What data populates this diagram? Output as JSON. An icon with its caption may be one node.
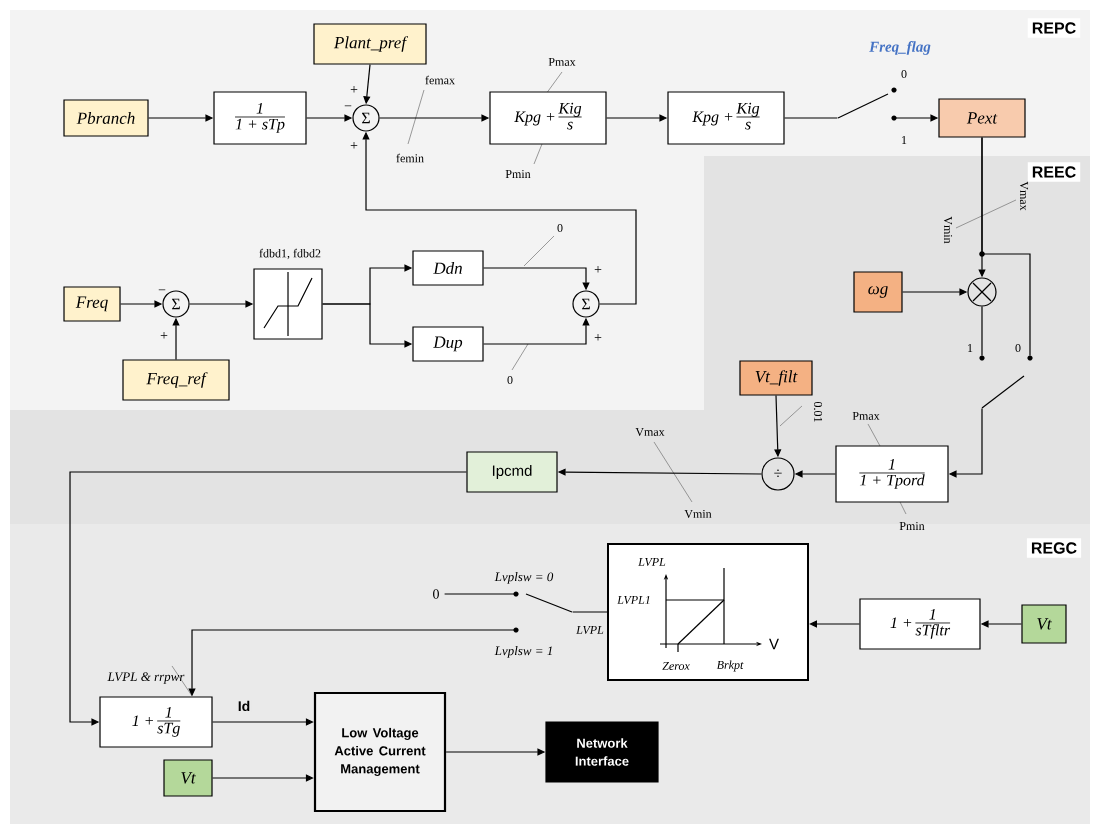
{
  "diagram": {
    "nodes": [
      {
        "text": [
          "Pbranch"
        ]
      },
      {
        "text": [
          "1",
          "1 + sTp"
        ]
      },
      {
        "text": [
          "Plant_pref"
        ]
      },
      {
        "text": [
          "Σ"
        ]
      },
      {
        "text": [
          "Kpg +",
          "Kig",
          "s"
        ]
      },
      {
        "text": [
          "Kpg +",
          "Kig",
          "s"
        ]
      },
      {
        "text": [],
        "shape": "switch",
        "beside": [
          "Freq_flag",
          "0",
          "1"
        ]
      },
      {
        "text": [
          "Pext"
        ]
      },
      {
        "text": [
          "Freq"
        ]
      },
      {
        "text": [
          "Σ"
        ]
      },
      {
        "text": [
          "Freq_ref"
        ]
      },
      {
        "text": [],
        "shape": "box",
        "beside": [
          "fdbd1, fdbd2"
        ]
      },
      {
        "text": [
          "Ddn"
        ]
      },
      {
        "text": [
          "Dup"
        ]
      },
      {
        "text": [
          "Σ"
        ]
      },
      {
        "text": [
          "ωg"
        ]
      },
      {
        "text": [],
        "shape": "circle"
      },
      {
        "text": [],
        "shape": "switch",
        "beside": [
          "1",
          "0"
        ]
      },
      {
        "text": [
          "Vt_filt"
        ]
      },
      {
        "text": [
          "÷"
        ]
      },
      {
        "text": [
          "1",
          "1 + Tpord"
        ]
      },
      {
        "text": [
          "Ipcmd"
        ]
      },
      {
        "text": [
          "LVPL",
          "LVPL1",
          "V",
          "Zerox",
          "Brkpt"
        ]
      },
      {
        "text": [
          "1 +",
          "1",
          "sTfltr"
        ]
      },
      {
        "text": [
          "Vt"
        ]
      },
      {
        "text": [],
        "shape": "switch",
        "beside": [
          "Lvplsw = 0",
          "Lvplsw = 1"
        ]
      },
      {
        "text": [
          "1 +",
          "1",
          "sTg"
        ],
        "beside": [
          "LVPL & rrpwr"
        ]
      },
      {
        "text": [
          "Low Voltage Active Current Management"
        ]
      },
      {
        "text": [
          "Network Interface"
        ]
      },
      {
        "text": [
          "Vt"
        ]
      },
      {
        "text": [
          "0"
        ]
      }
    ],
    "edges": [
      {
        "from": 0,
        "to": 1,
        "arrow": "to"
      },
      {
        "from": 1,
        "to": 3,
        "arrow": "to"
      },
      {
        "from": 2,
        "to": 3,
        "arrow": "to"
      },
      {
        "from": 3,
        "to": 4,
        "arrow": "to"
      },
      {
        "from": 4,
        "to": 5,
        "arrow": "to"
      },
      {
        "from": 5,
        "to": 6,
        "arrow": "none"
      },
      {
        "from": 6,
        "to": 7,
        "arrow": "to"
      },
      {
        "from": 7,
        "to": 16,
        "arrow": "to"
      },
      {
        "from": 7,
        "to": 17,
        "arrow": "none"
      },
      {
        "from": 15,
        "to": 16,
        "arrow": "to"
      },
      {
        "from": 16,
        "to": 17,
        "arrow": "none"
      },
      {
        "from": 17,
        "to": 20,
        "arrow": "to"
      },
      {
        "from": 20,
        "to": 19,
        "arrow": "to"
      },
      {
        "from": 18,
        "to": 19,
        "arrow": "to"
      },
      {
        "from": 19,
        "to": 21,
        "arrow": "to"
      },
      {
        "from": 21,
        "to": 26,
        "arrow": "to"
      },
      {
        "from": 8,
        "to": 9,
        "arrow": "to"
      },
      {
        "from": 10,
        "to": 9,
        "arrow": "to"
      },
      {
        "from": 9,
        "to": 11,
        "arrow": "to"
      },
      {
        "from": 11,
        "to": 12,
        "arrow": "to"
      },
      {
        "from": 11,
        "to": 13,
        "arrow": "to"
      },
      {
        "from": 12,
        "to": 14,
        "arrow": "to"
      },
      {
        "from": 13,
        "to": 14,
        "arrow": "to"
      },
      {
        "from": 14,
        "to": 3,
        "arrow": "to"
      },
      {
        "from": 24,
        "to": 23,
        "arrow": "to"
      },
      {
        "from": 23,
        "to": 22,
        "arrow": "to"
      },
      {
        "from": 22,
        "to": 25,
        "label": "LVPL",
        "arrow": "none"
      },
      {
        "from": 30,
        "to": 25,
        "arrow": "none"
      },
      {
        "from": 25,
        "to": 26,
        "arrow": "to"
      },
      {
        "from": 26,
        "to": 27,
        "label": "Id",
        "arrow": "to"
      },
      {
        "from": 29,
        "to": 27,
        "arrow": "to"
      },
      {
        "from": 27,
        "to": 28,
        "arrow": "to"
      }
    ],
    "labels": [
      "REPC",
      "+",
      "−",
      "femax",
      "femin",
      "Pmax",
      "Pmin",
      "+",
      "REEC",
      "Vmax",
      "Vmin",
      "0",
      "+",
      "−",
      "+",
      "+",
      "0",
      "0.01",
      "Pmax",
      "Vmax",
      "Pmin",
      "Vmin",
      "REGC"
    ]
  }
}
